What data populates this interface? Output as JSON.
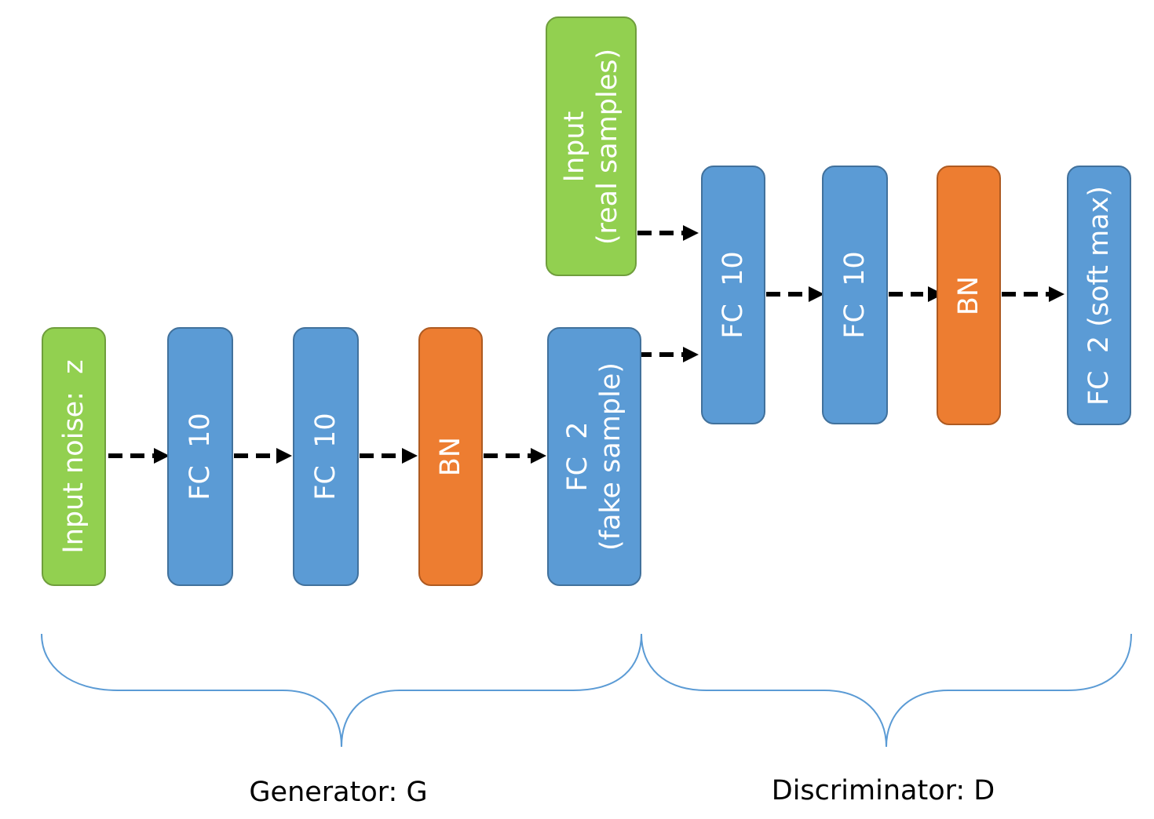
{
  "generator": {
    "input_noise": "Input noise:  z",
    "fc10_a": "FC  10",
    "fc10_b": "FC  10",
    "bn": "BN",
    "fc2_line1": "FC  2",
    "fc2_line2": "(fake sample)",
    "caption": "Generator: G"
  },
  "discriminator": {
    "input_line1": "Input",
    "input_line2": "(real samples)",
    "fc10_a": "FC  10",
    "fc10_b": "FC  10",
    "bn": "BN",
    "fc2_softmax": "FC  2 (soft max)",
    "caption": "Discriminator: D"
  },
  "colors": {
    "input": "#92d050",
    "fc": "#5b9bd5",
    "bn": "#ed7d31",
    "brace": "#5b9bd5",
    "arrow": "#000000"
  }
}
